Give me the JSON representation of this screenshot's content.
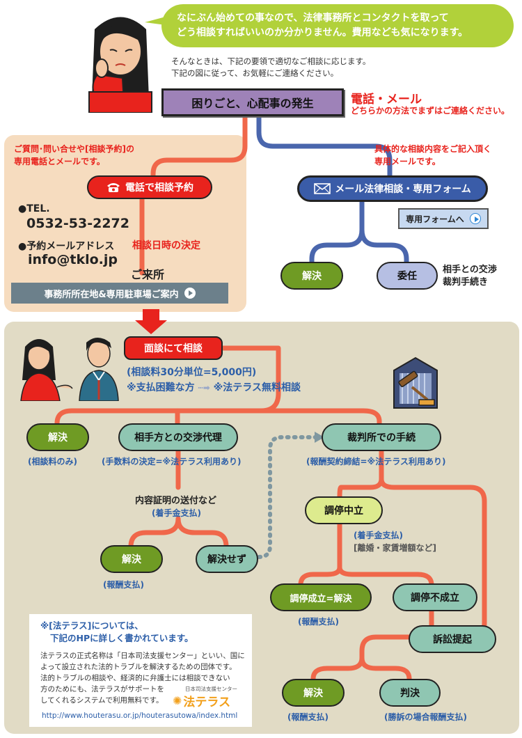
{
  "intro": {
    "bubble_line1": "なにぶん始めての事なので、法律事務所とコンタクトを取って",
    "bubble_line2": "どう相談すればいいのか分かりません。費用なども気になります。",
    "note_line1": "そんなときは、下記の要領で適切なご相談に応じます。",
    "note_line2": "下記の図に従って、お気軽にご連絡ください。"
  },
  "trouble_box": "困りごと、心配事の発生",
  "contact": {
    "title": "電話・メール",
    "subtitle": "どちらかの方法でまずはご連絡ください。"
  },
  "phone_section": {
    "heading_line1": "ご質問･問い合せや[相談予約]の",
    "heading_line2": "専用電話とメールです。",
    "button": "電話で相談予約",
    "tel_label": "●TEL.",
    "tel_number": "0532-53-2272",
    "mail_label": "●予約メールアドレス",
    "mail_address": "info@tklo.jp",
    "decision": "相談日時の決定",
    "visit": "ご来所",
    "access_button": "事務所所在地&専用駐車場ご案内"
  },
  "mail_section": {
    "heading_line1": "具体的な相談内容をご記入頂く",
    "heading_line2": "専用メールです。",
    "button": "メール法律相談・専用フォーム",
    "form_button": "専用フォームへ",
    "resolve": "解決",
    "entrust": "委任",
    "entrust_note_line1": "相手との交渉",
    "entrust_note_line2": "裁判手続き"
  },
  "consult": {
    "button": "面談にて相談",
    "fee_line1": "(相談料30分単位=5,000円)",
    "fee_line2a": "※支払困難な方",
    "fee_line2b": "※法テラス無料相談"
  },
  "branches": {
    "resolve": "解決",
    "resolve_note": "(相談料のみ)",
    "negotiate": "相手方との交渉代理",
    "negotiate_note": "(手数料の決定=※法テラス利用あり)",
    "court": "裁判所での手続",
    "court_note": "(報酬契約締結=※法テラス利用あり)"
  },
  "negotiation": {
    "content": "内容証明の送付など",
    "content_fee": "(着手金支払)",
    "resolved": "解決",
    "resolved_note": "(報酬支払)",
    "unresolved": "解決せず"
  },
  "court_flow": {
    "mediation": "調停中立",
    "mediation_fee": "(着手金支払)",
    "mediation_example": "[離婚・家賃増額など]",
    "success": "調停成立=解決",
    "success_note": "(報酬支払)",
    "failure": "調停不成立",
    "lawsuit": "訴訟提起",
    "resolved": "解決",
    "resolved_note": "(報酬支払)",
    "judgment": "判決",
    "judgment_note": "(勝訴の場合報酬支払)"
  },
  "houterasu": {
    "title_line1": "※[法テラス]については、",
    "title_line2": "下記のHPに詳しく書かれています。",
    "body_line1": "法テラスの正式名称は「日本司法支援センター」といい、国に",
    "body_line2": "よって設立された法的トラブルを解決するための団体です。",
    "body_line3": "法的トラブルの相談や、経済的に弁護士には相談できない",
    "body_line4": "方のためにも、法テラスがサポートを",
    "body_line5": "してくれるシステムで利用無料です。",
    "logo_small": "日本司法支援センター",
    "logo_text": "法テラス",
    "url": "http://www.houterasu.or.jp/houterasutowa/index.html"
  },
  "colors": {
    "flow_orange": "#f0674a",
    "flow_blue": "#4a66ad",
    "flow_dotted": "#7f97a0",
    "accent_red": "#e8231d",
    "accent_blue": "#2c5ea8"
  }
}
